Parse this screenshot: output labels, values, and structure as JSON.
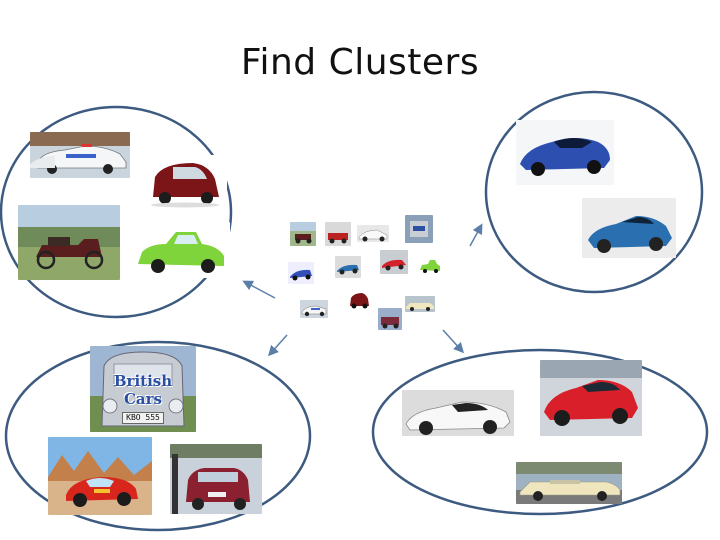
{
  "slide": {
    "title": "Find Clusters"
  },
  "badge": {
    "line1": "British",
    "line2": "Cars",
    "plate": "KBO 555"
  },
  "colors": {
    "cluster_outline": "#3d5a80",
    "arrow": "#5b7fa8"
  },
  "clusters": [
    {
      "name": "top-left-cluster",
      "items": [
        "police-car",
        "red-microcar",
        "vintage-roadster",
        "green-microcar"
      ]
    },
    {
      "name": "top-right-cluster",
      "items": [
        "blue-concept-car",
        "blue-sports-car"
      ]
    },
    {
      "name": "bottom-left-cluster",
      "items": [
        "british-cars-badge-car",
        "cartoon-race-car",
        "red-classic-car"
      ]
    },
    {
      "name": "bottom-right-cluster",
      "items": [
        "white-supercar",
        "red-sports-coupe",
        "cream-classic-convertible"
      ]
    }
  ]
}
